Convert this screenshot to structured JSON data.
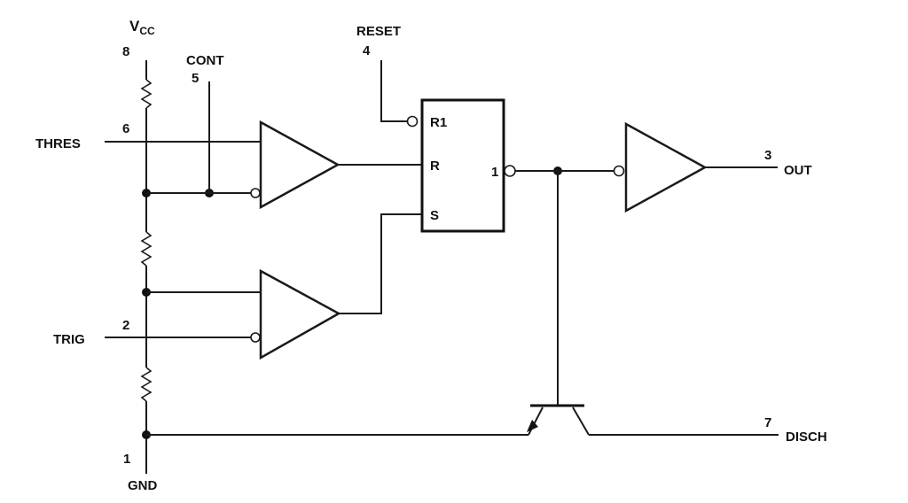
{
  "pins": {
    "vcc": {
      "name": "V",
      "sub": "CC",
      "number": "8"
    },
    "cont": {
      "name": "CONT",
      "number": "5"
    },
    "reset": {
      "name": "RESET",
      "number": "4"
    },
    "thres": {
      "name": "THRES",
      "number": "6"
    },
    "trig": {
      "name": "TRIG",
      "number": "2"
    },
    "out": {
      "name": "OUT",
      "number": "3"
    },
    "disch": {
      "name": "DISCH",
      "number": "7"
    },
    "gnd": {
      "name": "GND",
      "number": "1"
    }
  },
  "flipflop": {
    "r1": "R1",
    "r": "R",
    "s": "S",
    "out": "1"
  }
}
